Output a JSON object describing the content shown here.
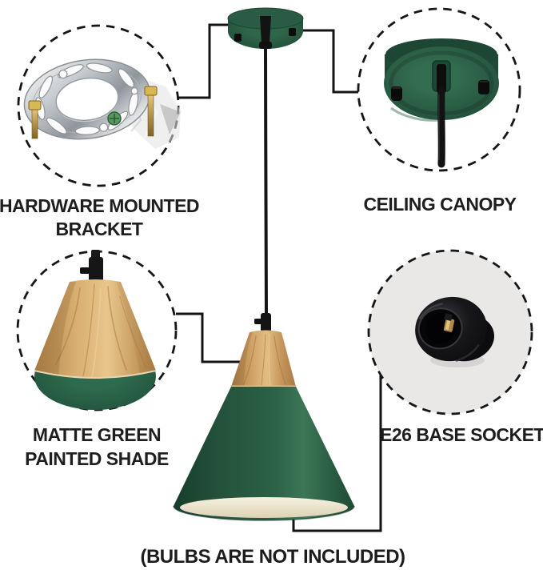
{
  "callouts": {
    "bracket": {
      "line1": "HARDWARE MOUNTED",
      "line2": "BRACKET"
    },
    "canopy": {
      "label": "CEILING CANOPY"
    },
    "shade": {
      "line1": "MATTE GREEN",
      "line2": "PAINTED SHADE"
    },
    "socket": {
      "label": "E26 BASE SOCKET"
    }
  },
  "footnote": "(BULBS ARE NOT INCLUDED)",
  "colors": {
    "shade_green": "#2b6146",
    "shade_green_dark": "#1d4733",
    "shade_green_highlight": "#3d7a58",
    "canopy_green": "#24523c",
    "wood": "#d2a467",
    "inner_shade_cream": "#efe7d4",
    "socket_black": "#0e0e10",
    "brass": "#b8954e",
    "callout_fill_gray": "#e9e8e6",
    "text": "#1e1e1e",
    "line": "#141414",
    "background": "#ffffff"
  }
}
